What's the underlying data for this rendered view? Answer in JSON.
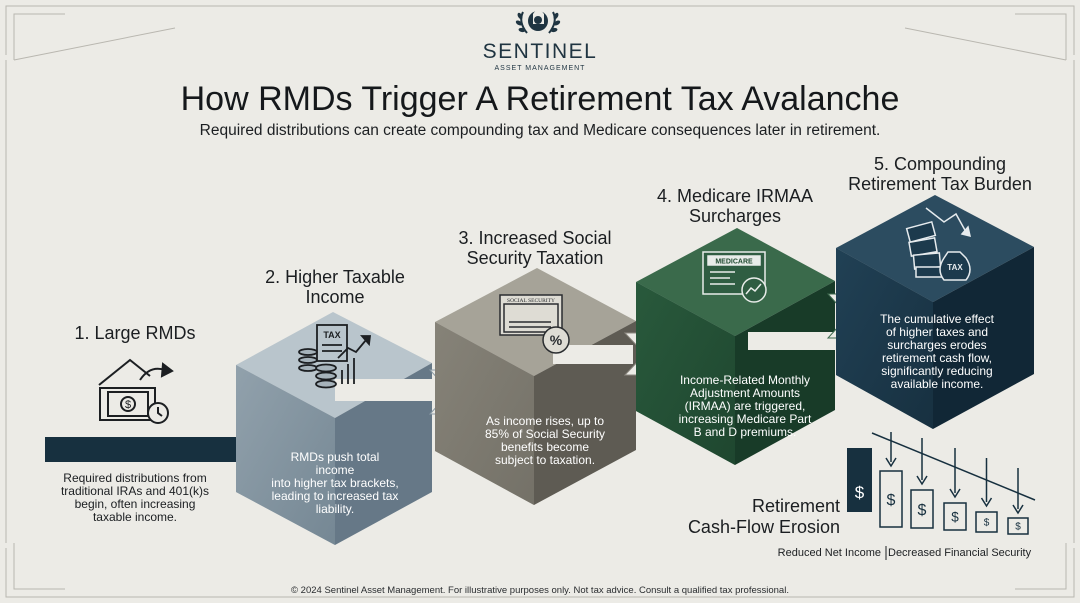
{
  "brand": {
    "name": "SENTINEL",
    "sub": "ASSET MANAGEMENT"
  },
  "title": "How RMDs Trigger A Retirement Tax Avalanche",
  "subtitle": "Required distributions can create compounding tax and Medicare consequences later in retirement.",
  "steps": [
    {
      "title": "1. Large RMDs",
      "body": [
        "Required distributions from",
        "traditional IRAs and 401(k)s",
        "begin, often increasing",
        "taxable income."
      ]
    },
    {
      "title": [
        "2. Higher Taxable",
        "Income"
      ],
      "body": [
        "RMDs push total income",
        "into higher tax brackets,",
        "leading to increased tax",
        "liability."
      ]
    },
    {
      "title": [
        "3. Increased Social",
        "Security Taxation"
      ],
      "body": [
        "As income rises, up to",
        "85% of Social Security",
        "benefits become",
        "subject to taxation."
      ]
    },
    {
      "title": [
        "4. Medicare IRMAA",
        "Surcharges"
      ],
      "body": [
        "Income-Related Monthly",
        "Adjustment Amounts",
        "(IRMAA) are triggered,",
        "increasing Medicare Part",
        "B and D premiums."
      ]
    },
    {
      "title": [
        "5. Compounding",
        "Retirement Tax Burden"
      ],
      "body": [
        "The cumulative effect",
        "of higher taxes and",
        "surcharges erodes",
        "retirement cash flow,",
        "significantly reducing",
        "available income."
      ]
    }
  ],
  "icon_labels": {
    "tax_doc": "TAX",
    "social_security_card": "SOCIAL SECURITY",
    "percent": "%",
    "medicare_card": "MEDICARE",
    "tax_bag": "TAX",
    "dollar": "$"
  },
  "erosion": {
    "title": [
      "Retirement",
      "Cash-Flow Erosion"
    ],
    "legend": [
      "Reduced Net Income",
      "Decreased Financial Security"
    ]
  },
  "footer": "© 2024 Sentinel Asset Management. For illustrative purposes only. Not tax advice. Consult a qualified tax professional.",
  "colors": {
    "background": "#ecebe6",
    "navy": "#17303f",
    "slate_blue": "#7a8c98",
    "taupe": "#7d7a70",
    "green": "#1f4a30",
    "dark_navy": "#1a3546"
  }
}
